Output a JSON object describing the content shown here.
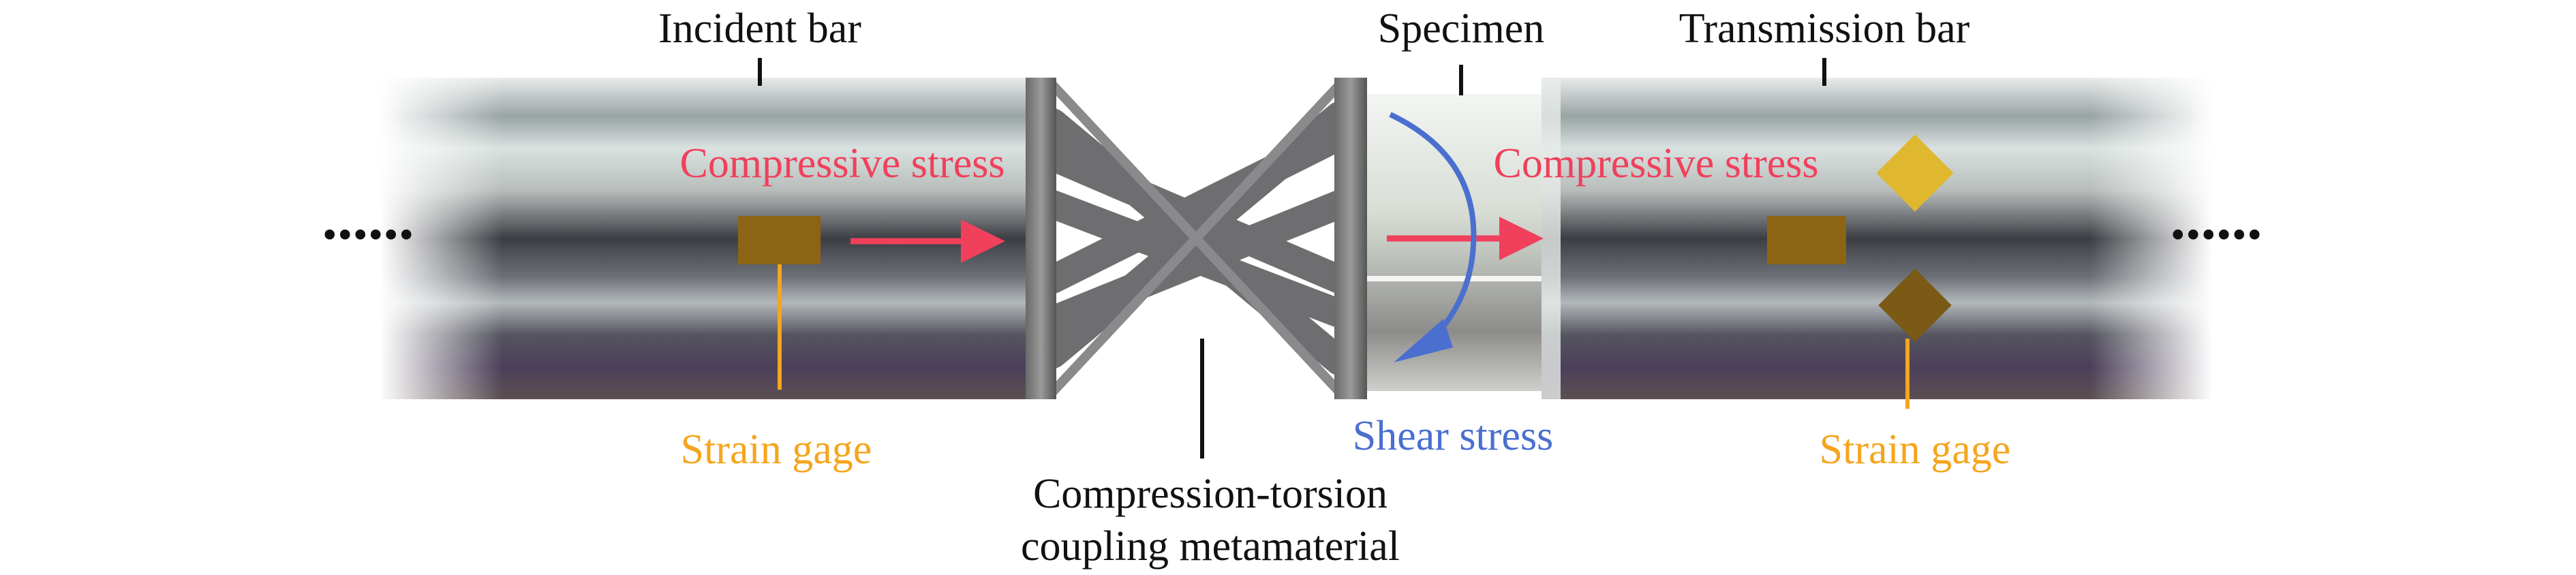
{
  "labels": {
    "incident_bar": "Incident bar",
    "specimen": "Specimen",
    "transmission_bar": "Transmission bar",
    "compressive_left": "Compressive stress",
    "compressive_right": "Compressive stress",
    "shear": "Shear stress",
    "strain_gage_left": "Strain gage",
    "strain_gage_right": "Strain gage",
    "metamaterial_line1": "Compression-torsion",
    "metamaterial_line2": "coupling metamaterial",
    "dots_left": "......",
    "dots_right": "......"
  },
  "colors": {
    "compressive": "#f0405c",
    "shear": "#4a6fcf",
    "gage_label": "#f5a51e",
    "gage": "#8c6414",
    "text": "#111111"
  }
}
